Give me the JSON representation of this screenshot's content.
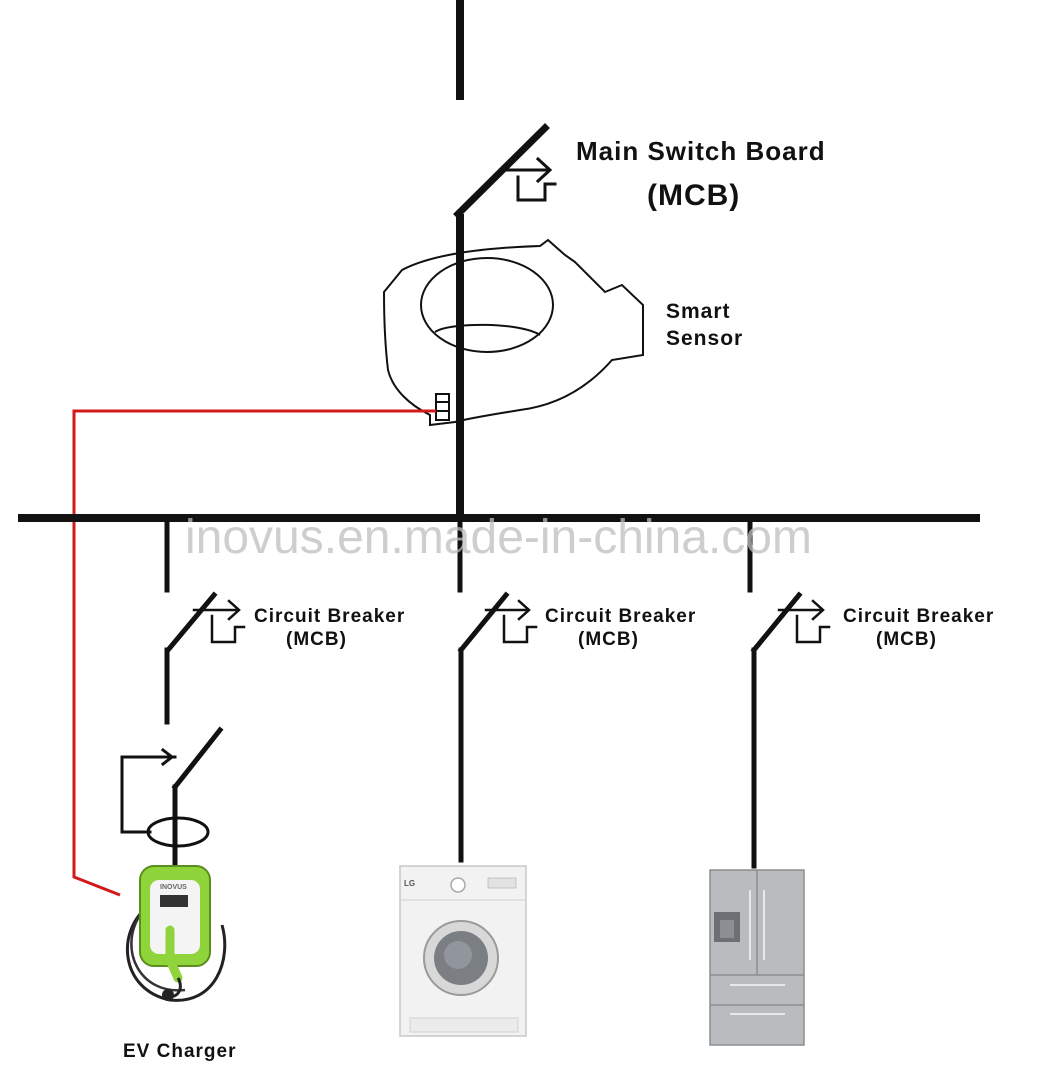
{
  "labels": {
    "main_switch_line1": "Main Switch Board",
    "main_switch_line2": "(MCB)",
    "sensor_line1": "Smart",
    "sensor_line2": "Sensor",
    "breaker_line1": "Circuit Breaker",
    "breaker_line2": "(MCB)",
    "ev_charger": "EV Charger"
  },
  "watermark": "inovus.en.made-in-china.com",
  "charger_brand": "INOVUS",
  "washer_brand": "LG",
  "colors": {
    "wire": "#111111",
    "signal_wire": "#d11a1a",
    "charger_accent": "#8fd43a",
    "appliance_white": "#f2f2f2",
    "fridge_steel": "#b9bcbf"
  }
}
